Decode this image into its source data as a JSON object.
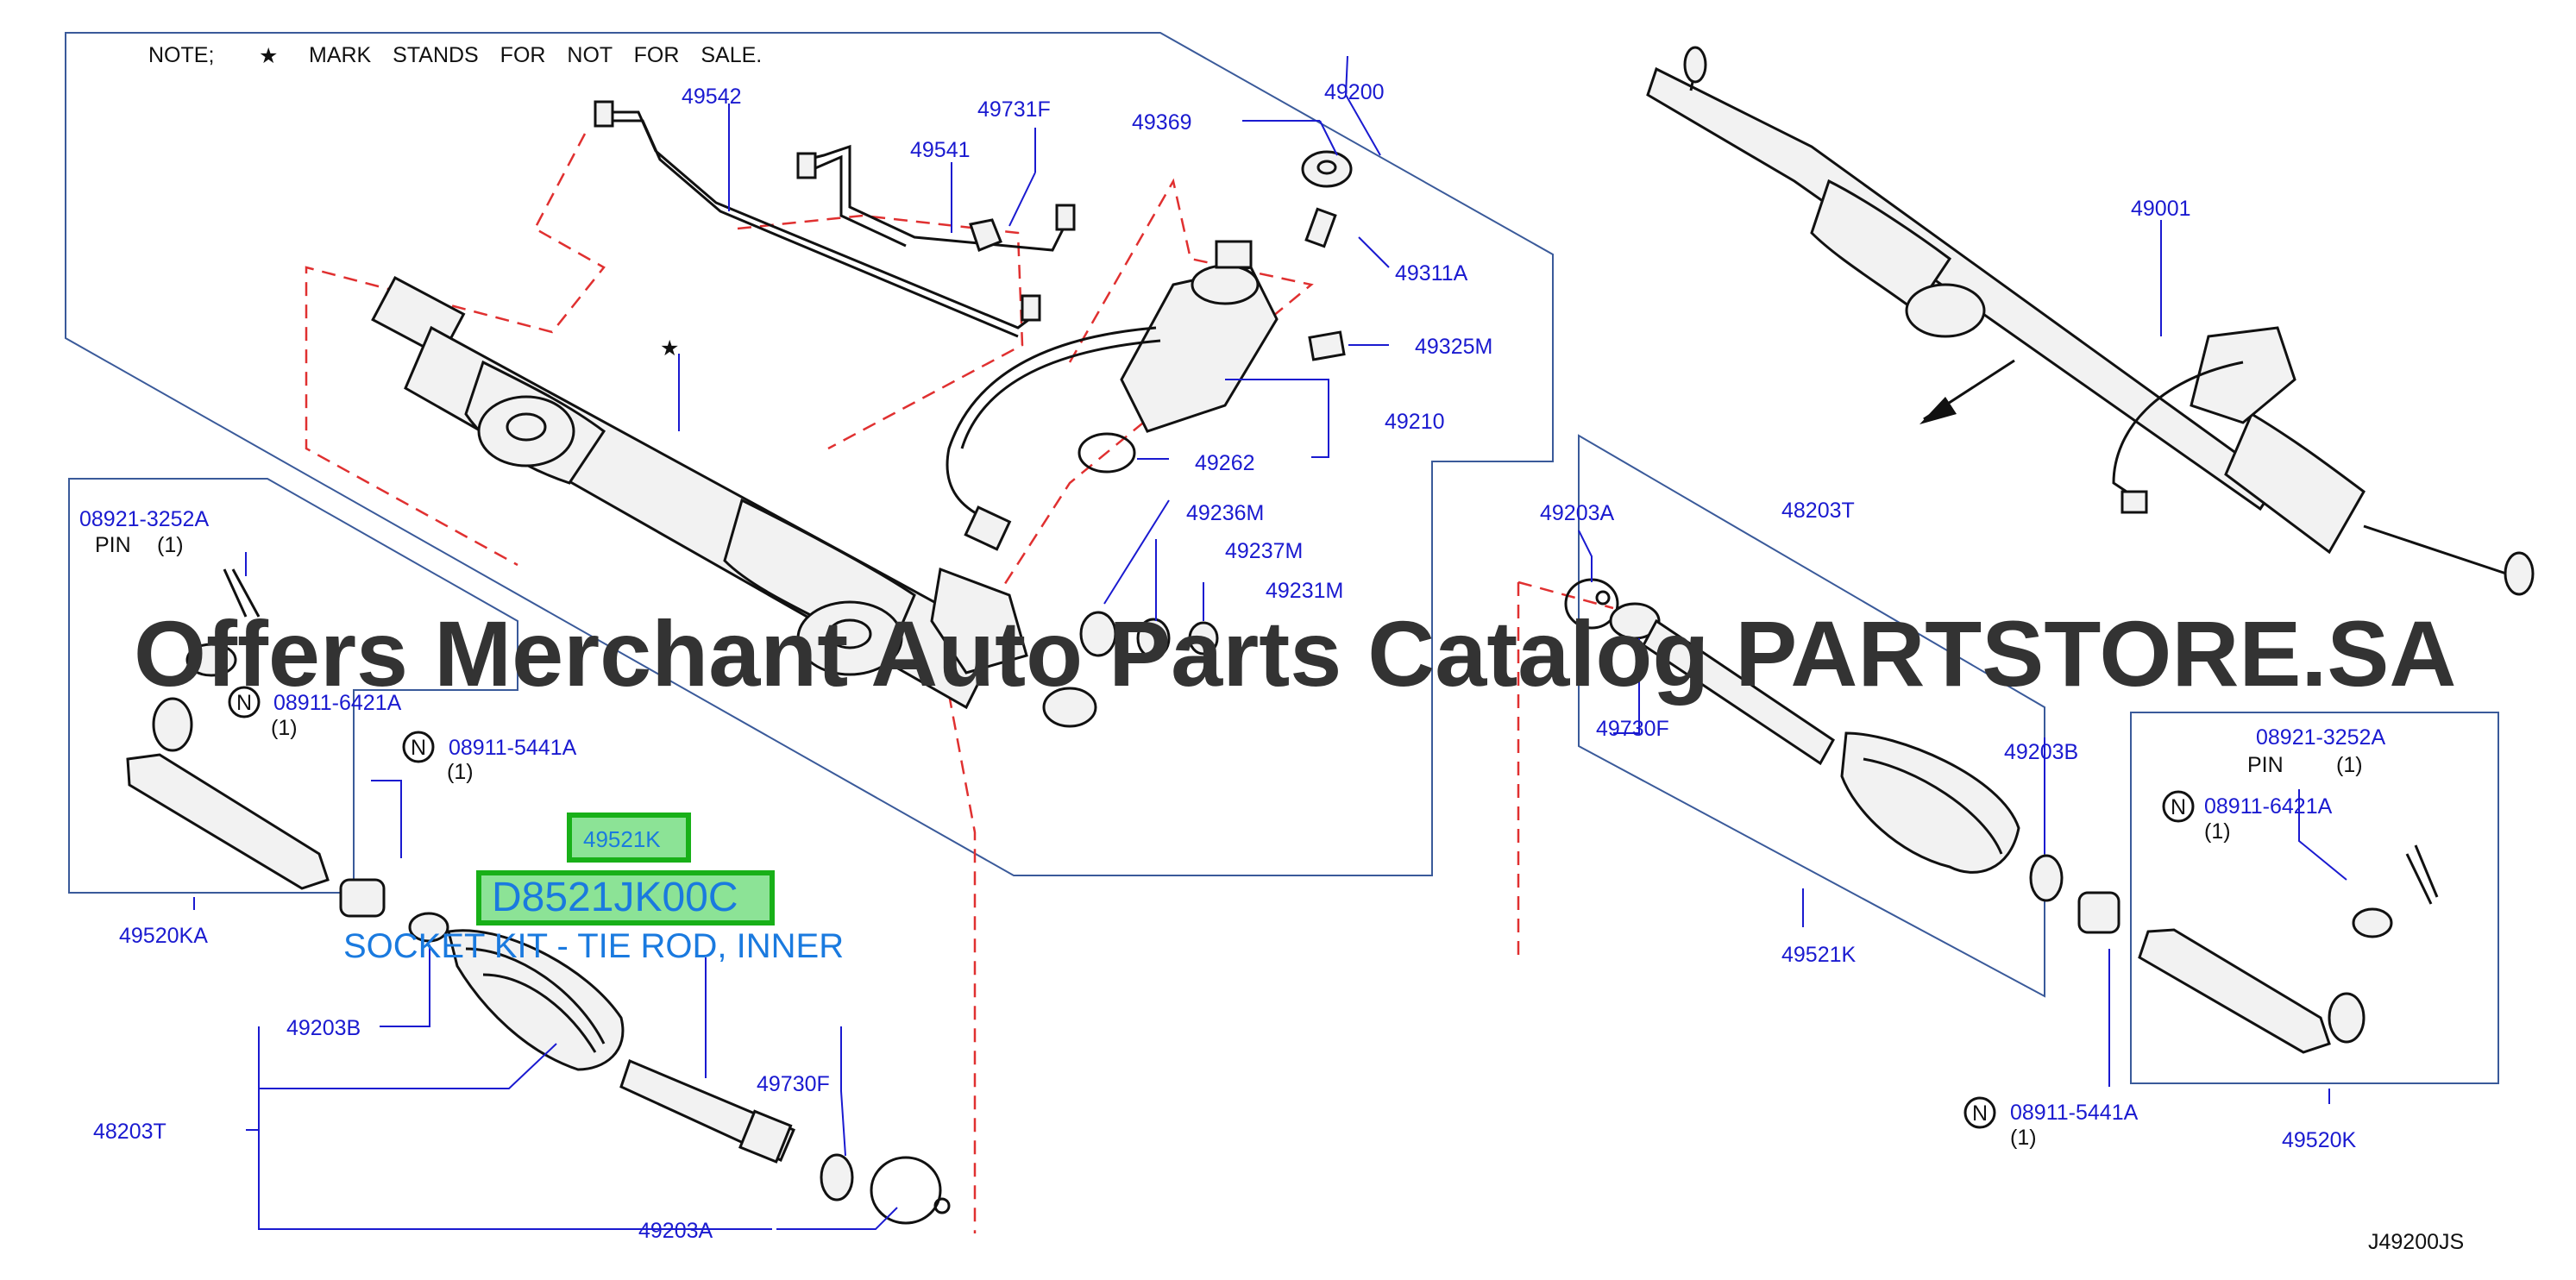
{
  "note": {
    "prefix": "NOTE;",
    "symbol": "★",
    "text": "MARK STANDS FOR NOT FOR SALE."
  },
  "star_symbol": "★",
  "diagram_code": "J49200JS",
  "watermark": "Offers Merchant Auto Parts Catalog PARTSTORE.SA",
  "highlight": {
    "part_no": "49521K",
    "oem_no": "D8521JK00C",
    "description": "SOCKET KIT - TIE ROD, INNER"
  },
  "callouts": {
    "c49542": "49542",
    "c49731F": "49731F",
    "c49541": "49541",
    "c49369": "49369",
    "c49200": "49200",
    "c49311A": "49311A",
    "c49325M": "49325M",
    "c49210": "49210",
    "c49262": "49262",
    "c49236M": "49236M",
    "c49237M": "49237M",
    "c49231M": "49231M",
    "c49001": "49001",
    "c49203A_r": "49203A",
    "c48203T_r": "48203T",
    "c49730F_r": "49730F",
    "c49203B_r": "49203B",
    "c49521K_r": "49521K",
    "c08921_l": "08921-3252A",
    "c08911_6421_l": "08911-6421A",
    "c08911_5441_l": "08911-5441A",
    "c49520KA": "49520KA",
    "c49203B_l": "49203B",
    "c48203T_l": "48203T",
    "c49730F_l": "49730F",
    "c49203A_l": "49203A",
    "c08921_r": "08921-3252A",
    "c08911_6421_r": "08911-6421A",
    "c08911_5441_r": "08911-5441A",
    "c49520K": "49520K"
  },
  "qualifiers": {
    "pin_l": "PIN",
    "pin_l_qty": "(1)",
    "n6421_l_qty": "(1)",
    "n5441_l_qty": "(1)",
    "pin_r": "PIN",
    "pin_r_qty": "(1)",
    "n6421_r_qty": "(1)",
    "n5441_r_qty": "(1)"
  },
  "n_badge": "N"
}
